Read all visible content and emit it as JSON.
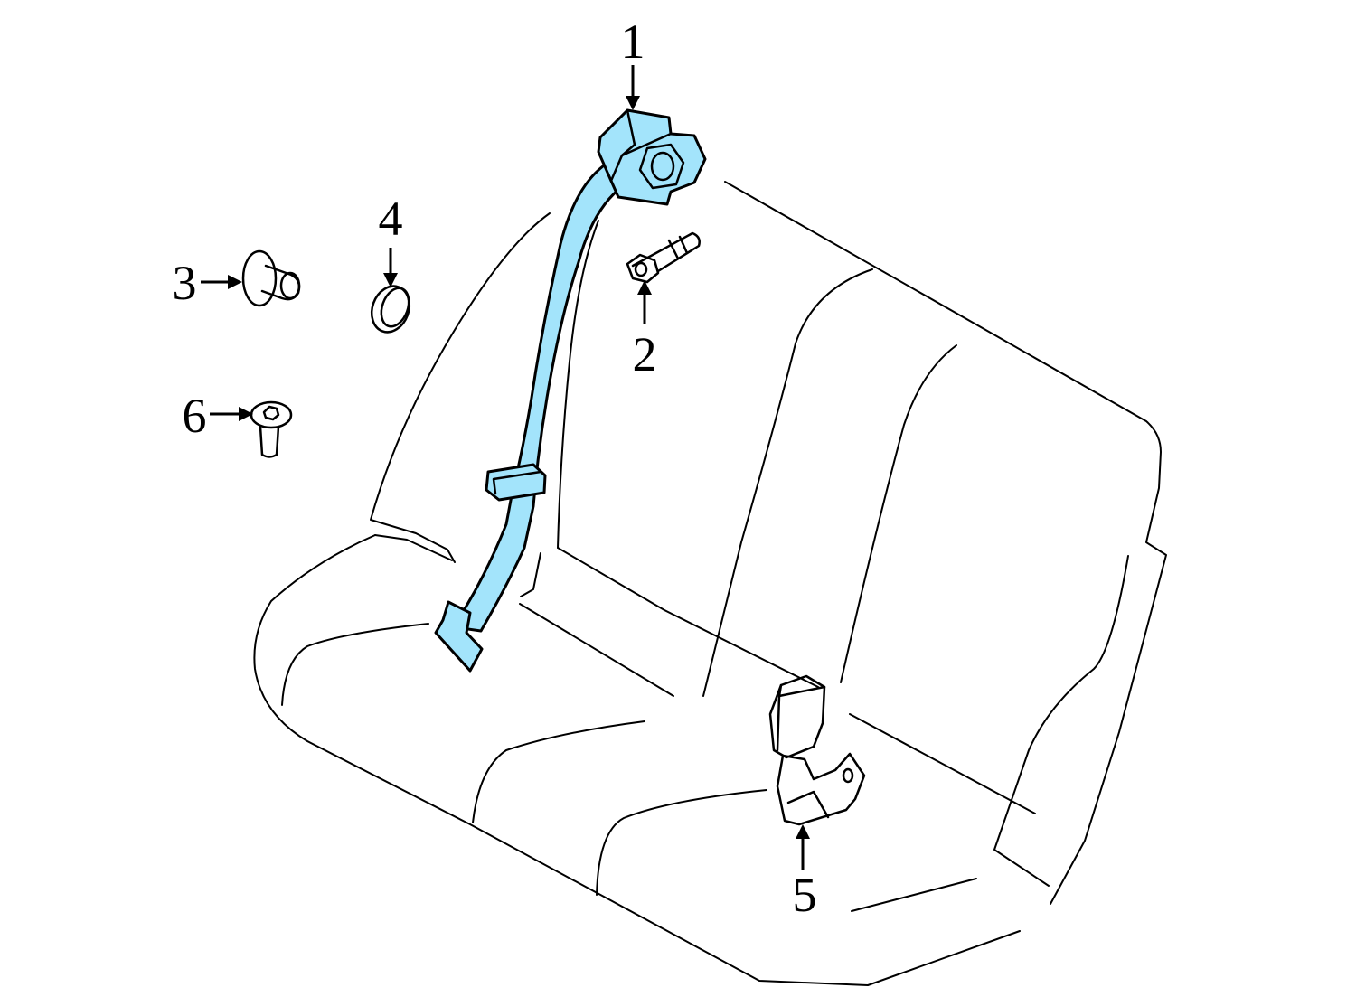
{
  "diagram": {
    "colors": {
      "highlight": "#a3e4fb",
      "line": "#000000",
      "background": "#ffffff"
    },
    "callouts": [
      {
        "id": "1",
        "label": "1"
      },
      {
        "id": "2",
        "label": "2"
      },
      {
        "id": "3",
        "label": "3"
      },
      {
        "id": "4",
        "label": "4"
      },
      {
        "id": "5",
        "label": "5"
      },
      {
        "id": "6",
        "label": "6"
      }
    ]
  }
}
